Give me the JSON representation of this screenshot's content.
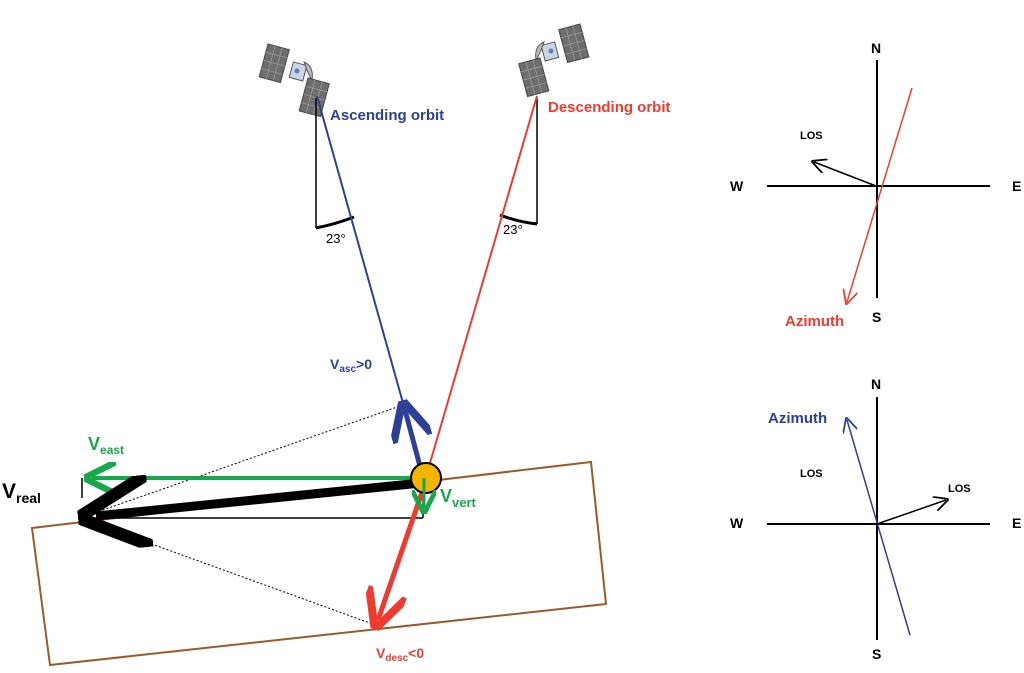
{
  "colors": {
    "ascending": "#2e3f96",
    "descending": "#f03a2e",
    "green": "#16a84a",
    "ground": "#9a5a2a",
    "target": "#f5b400",
    "black": "#000000"
  },
  "main_diagram": {
    "ascending_label": "Ascending orbit",
    "descending_label": "Descending orbit",
    "angle_left": "23°",
    "angle_right": "23°",
    "v_asc": {
      "main": "V",
      "sub": "asc",
      "suffix": ">0"
    },
    "v_desc": {
      "main": "V",
      "sub": "desc",
      "suffix": "<0"
    },
    "v_east": {
      "main": "V",
      "sub": "east"
    },
    "v_vert": {
      "main": "V",
      "sub": "vert"
    },
    "v_real": {
      "main": "V",
      "sub": "real"
    }
  },
  "compass_top": {
    "north": "N",
    "south": "S",
    "west": "W",
    "east": "E",
    "los_label": "LOS",
    "azimuth_label": "Azimuth"
  },
  "compass_bottom": {
    "north": "N",
    "south": "S",
    "west": "W",
    "east": "E",
    "los_label_left": "LOS",
    "los_label_right": "LOS",
    "azimuth_label": "Azimuth"
  }
}
